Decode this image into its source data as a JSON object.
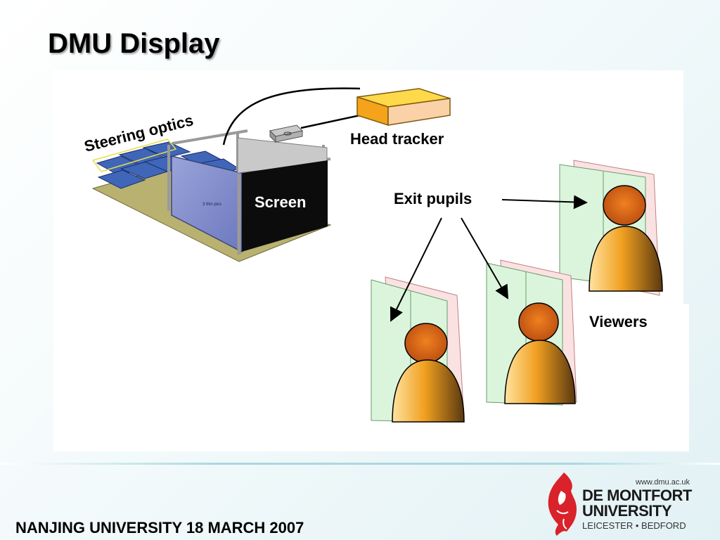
{
  "slide": {
    "title": "DMU Display",
    "footer": "NANJING UNIVERSITY 18 MARCH 2007"
  },
  "diagram": {
    "labels": {
      "steering_optics": "Steering optics",
      "head_tracker": "Head tracker",
      "screen": "Screen",
      "screen_small_text": "3 thin pics",
      "exit_pupils": "Exit pupils",
      "viewers": "Viewers"
    }
  },
  "logo": {
    "url": "www.dmu.ac.uk",
    "line1": "DE MONTFORT",
    "line2": "UNIVERSITY",
    "line3": "LEICESTER • BEDFORD",
    "color": "#d9222a"
  }
}
